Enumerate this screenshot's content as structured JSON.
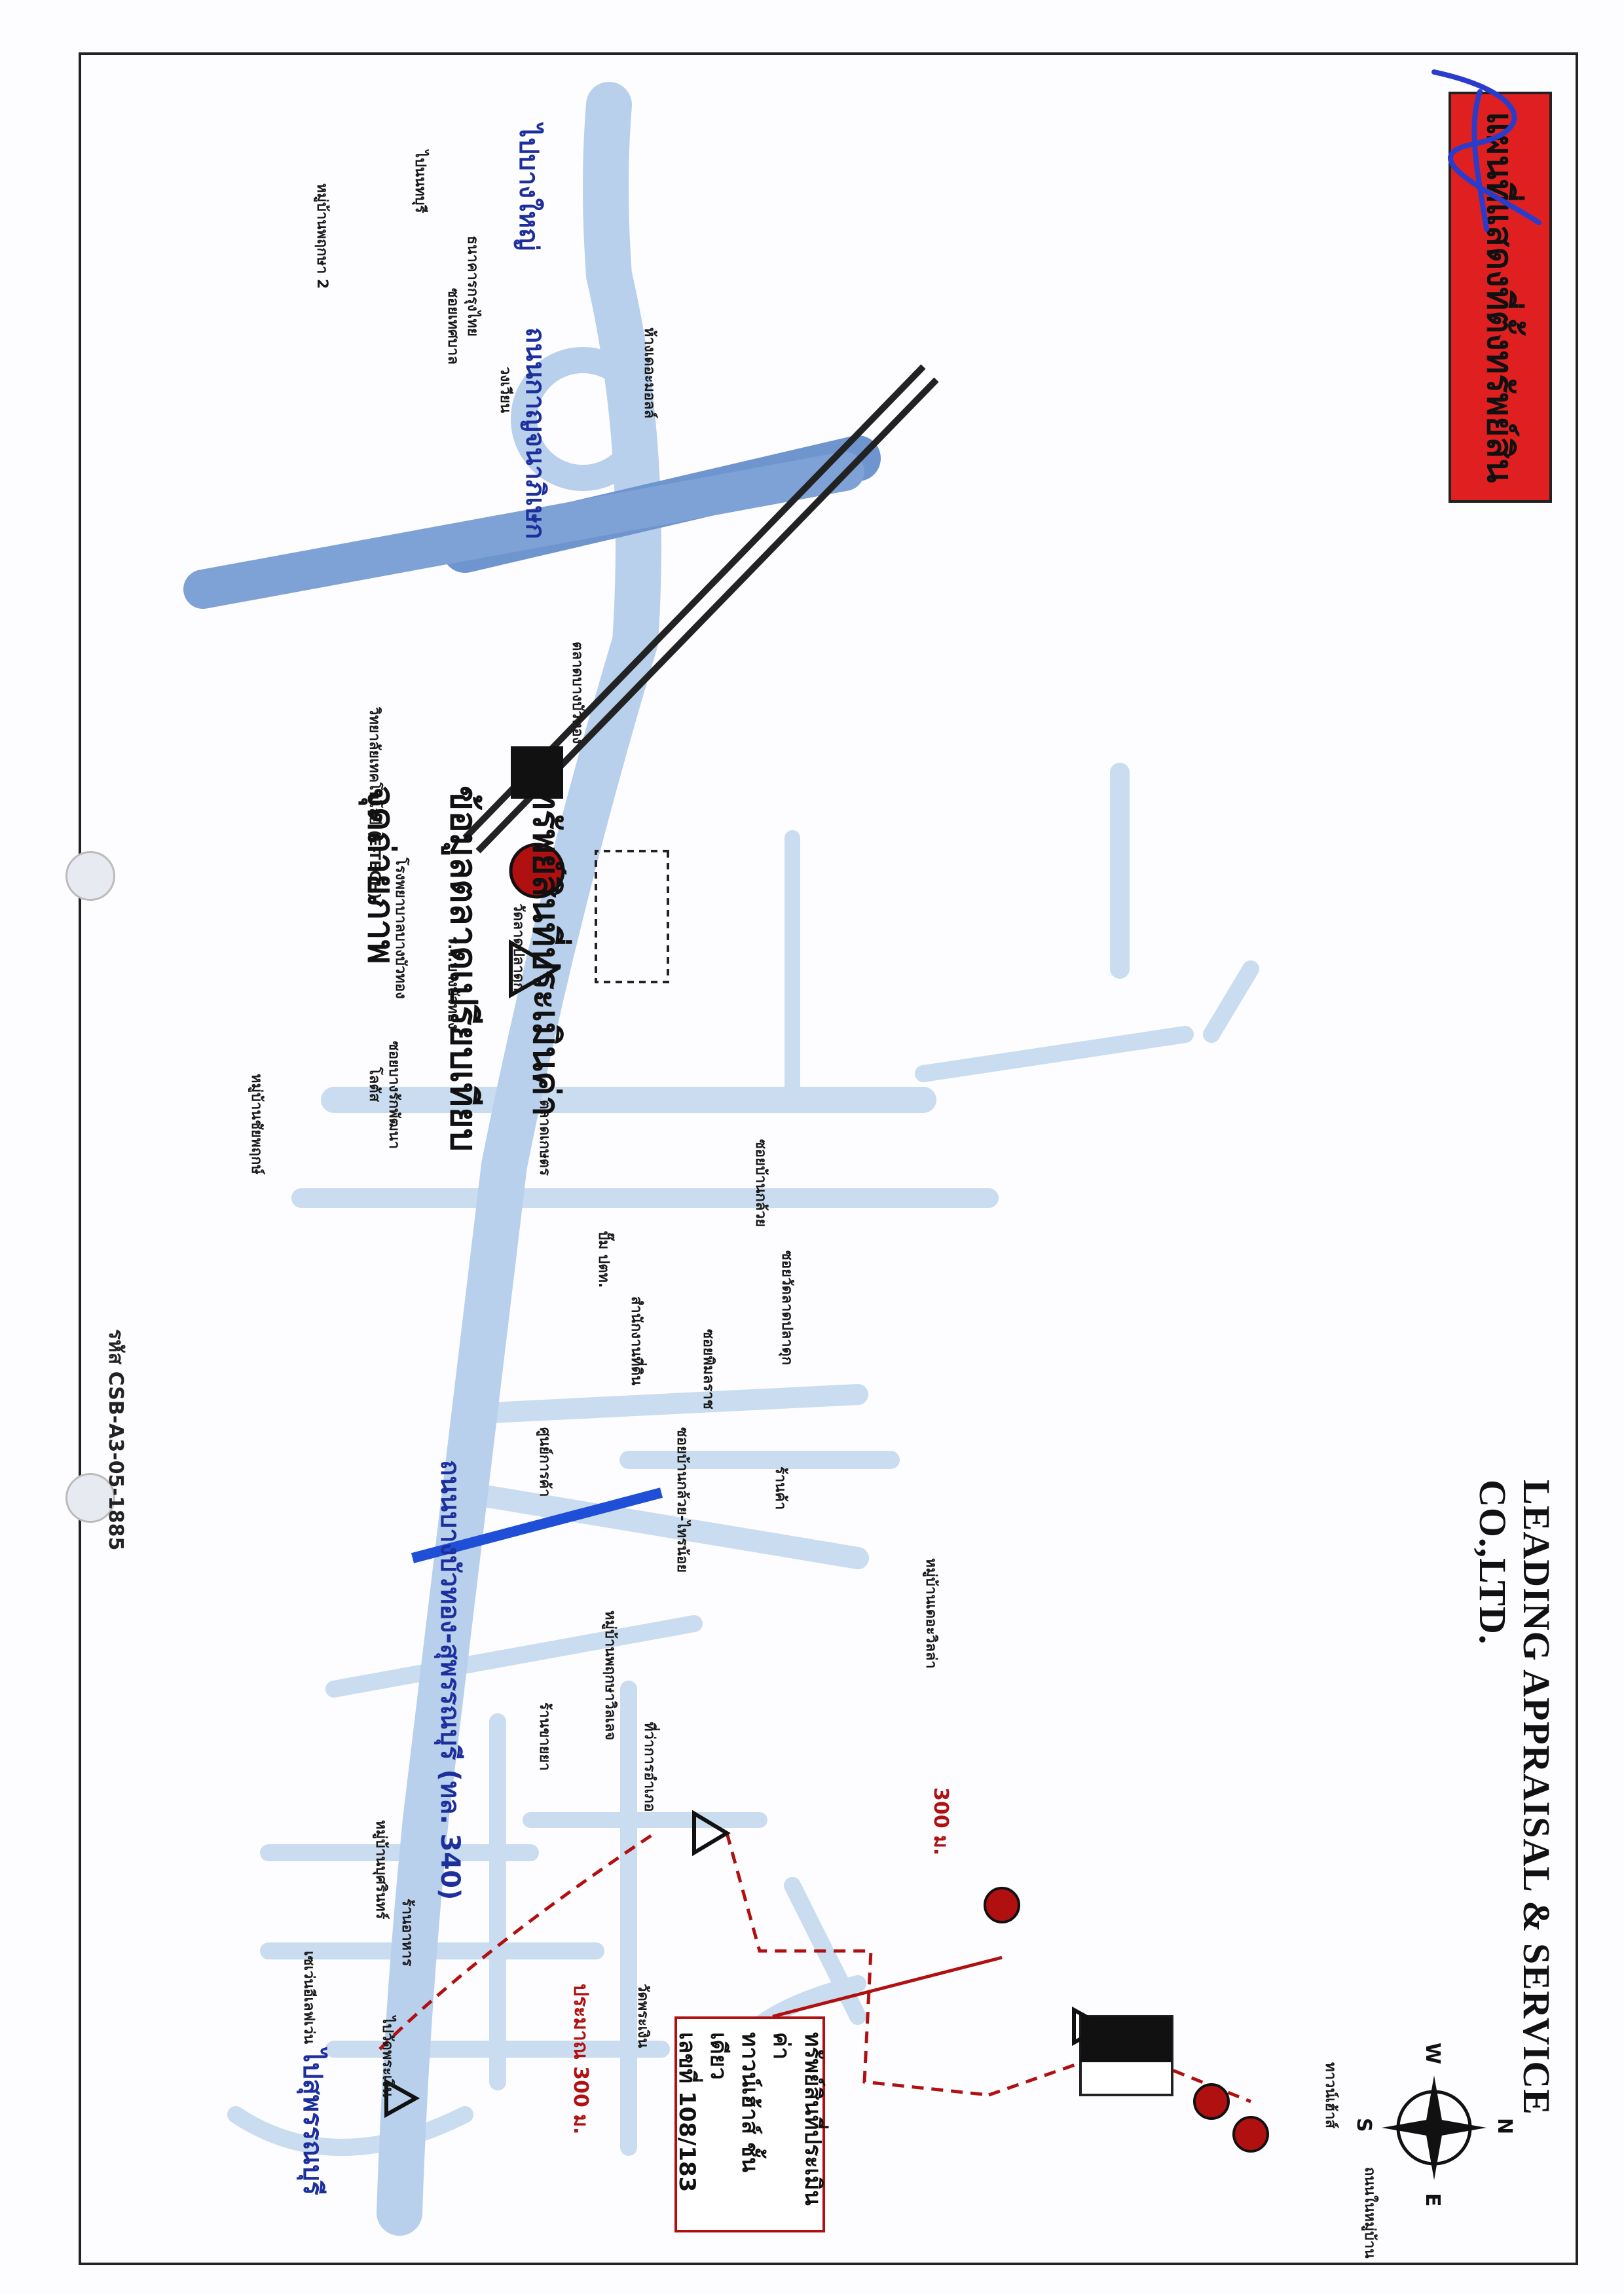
{
  "header": {
    "title": "แผนที่แสดงที่ตั้งทรัพย์สิน",
    "company": "LEADING APPRAISAL & SERVICE CO.,LTD.",
    "code": "รหัส CSB-A3-05-1885"
  },
  "roads": {
    "main_ring": "ถนนกาญจนาภิเษก",
    "main_vertical": "ถนนบางบัวทอง-สุพรรณบุรี (ทล. 340)",
    "to_left": "ไปบางใหญ่",
    "to_right": "ไปสุพรรณบุรี",
    "to_top_left": "ไปนนทบุรี",
    "soi_1": "ซอยบ้านกล้วย",
    "soi_2": "ซอยวัดลาดปลาดุก",
    "soi_3": "ซอยพิมลราช",
    "soi_4": "ซอยบางรักพัฒนา",
    "soi_5": "ซอยบ้านกล้วย-ไทรน้อย",
    "soi_6": "ซอยเทศบาล"
  },
  "places": {
    "p1": "หมู่บ้านพฤกษา 2",
    "p2": "ธนาคารกรุงไทย",
    "p3": "ห้างเดอะมอลล์",
    "p4": "วงเวียน",
    "p5": "ตลาดบางบัวทอง",
    "p6": "วิทยาลัยเทคโนโลยี (E-TECH)",
    "p7": "โรงพยาบาลบางบัวทอง",
    "p8": "ร.ร.บางบัวทอง",
    "p9": "หมู่บ้านชัยพฤกษ์",
    "p10": "วัดลาดปลาดุก",
    "p11": "ตลาดเกษตร",
    "p12": "ปั๊ม ปตท.",
    "p13": "สำนักงานที่ดิน",
    "p14": "หมู่บ้านพฤกษาวิลเลจ",
    "p15": "ที่ว่าการอำเภอ",
    "p16": "หมู่บ้านเดอะวิลล่า",
    "p17": "เซเว่นอีเลฟเว่น",
    "p18": "วัดพระเงิน",
    "p19": "ร้านอาหาร",
    "p20": "หมู่บ้านบุศรินทร์",
    "p21": "ร้านขายยา",
    "p22": "ศูนย์การค้า",
    "p23": "โลตัส",
    "p24": "ไปวัดพระเงิน",
    "p25": "ร้านค้า",
    "p26": "ทาวน์เฮ้าส์",
    "p27": "ถนนในหมู่บ้าน"
  },
  "distances": {
    "d1": "ประมาณ 300 ม.",
    "d2": "300 ม."
  },
  "callout": {
    "line1": "ทรัพย์สินที่ประเมินค่า",
    "line2": "ทาวน์เฮ้าส์ ชั้นเดียว",
    "line3": "เลขที่ 108/183"
  },
  "legend": {
    "item1": "ทรัพย์สินที่ประเมินค่า",
    "item2": "ข้อมูลตลาดเปรียบเทียบ",
    "item3": "จุดถ่ายภาพ"
  },
  "compass": {
    "n": "N",
    "s": "S",
    "e": "E",
    "w": "W"
  },
  "colors": {
    "road": "#c9dcf0",
    "main_road": "#6f95cf",
    "title_bg": "#e02020",
    "route": "#b01010",
    "canal": "#1f4fd6"
  }
}
